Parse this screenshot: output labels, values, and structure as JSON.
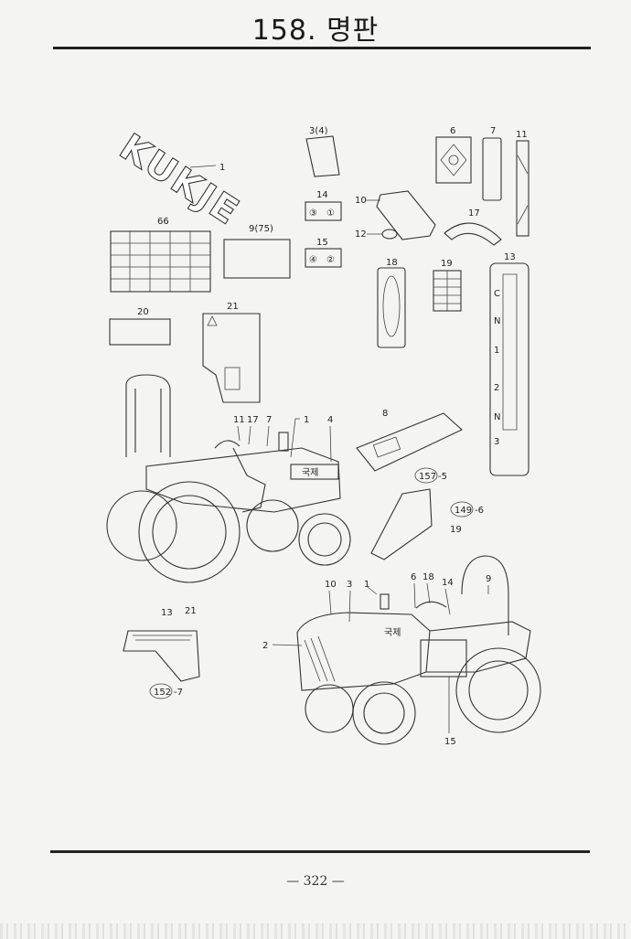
{
  "page": {
    "title": "158. 명판",
    "number": "— 322 —"
  },
  "brand": {
    "logo_text": "KUKJE",
    "korean_badge": "국제"
  },
  "callouts": {
    "c1": "1",
    "c3_4": "3(4)",
    "c6": "6",
    "c7": "7",
    "c11": "11",
    "c66": "66",
    "c9_75": "9(75)",
    "c14": "14",
    "c15": "15",
    "c10": "10",
    "c12": "12",
    "c17": "17",
    "c13": "13",
    "c18": "18",
    "c19": "19",
    "c20": "20",
    "c21": "21",
    "c8": "8",
    "ref157": "157",
    "ref157_suffix": "-5",
    "ref149": "149",
    "ref149_suffix": "-6",
    "ref152": "152",
    "ref152_suffix": "-7",
    "t1_11": "11",
    "t1_17": "17",
    "t1_7": "7",
    "t1_1": "1",
    "t1_4": "4",
    "t1_19": "19",
    "t2_10": "10",
    "t2_3": "3",
    "t2_1": "1",
    "t2_6": "6",
    "t2_18": "18",
    "t2_14": "14",
    "t2_9": "9",
    "t2_2": "2",
    "t2_15": "15",
    "b13": "13",
    "b21": "21"
  },
  "decals": {
    "d14_a": "③",
    "d14_b": "①",
    "d15_a": "④",
    "d15_b": "②",
    "strip13_letters": [
      "C",
      "N",
      "1",
      "2",
      "N",
      "3"
    ]
  }
}
